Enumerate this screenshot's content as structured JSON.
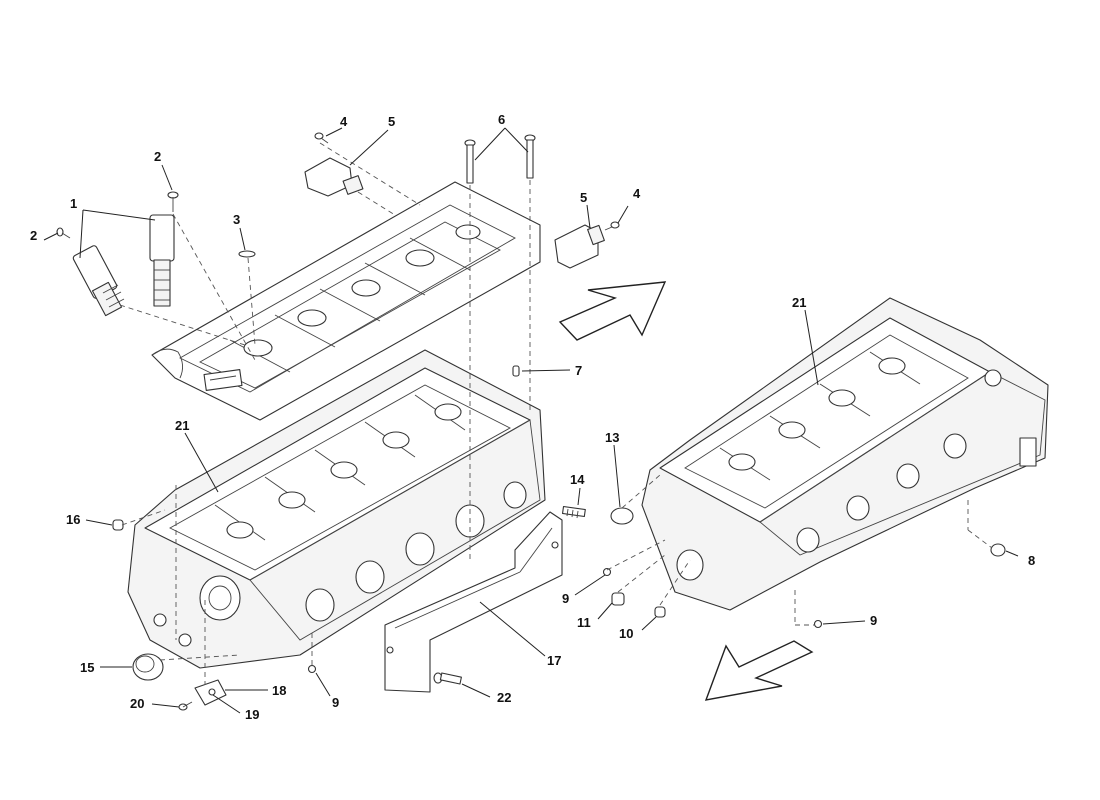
{
  "diagram": {
    "callouts": [
      {
        "id": "c1",
        "label": "1"
      },
      {
        "id": "c2a",
        "label": "2"
      },
      {
        "id": "c2b",
        "label": "2"
      },
      {
        "id": "c3",
        "label": "3"
      },
      {
        "id": "c4a",
        "label": "4"
      },
      {
        "id": "c4b",
        "label": "4"
      },
      {
        "id": "c5a",
        "label": "5"
      },
      {
        "id": "c5b",
        "label": "5"
      },
      {
        "id": "c6",
        "label": "6"
      },
      {
        "id": "c7",
        "label": "7"
      },
      {
        "id": "c8",
        "label": "8"
      },
      {
        "id": "c9a",
        "label": "9"
      },
      {
        "id": "c9b",
        "label": "9"
      },
      {
        "id": "c9c",
        "label": "9"
      },
      {
        "id": "c10",
        "label": "10"
      },
      {
        "id": "c11",
        "label": "11"
      },
      {
        "id": "c13",
        "label": "13"
      },
      {
        "id": "c14",
        "label": "14"
      },
      {
        "id": "c15",
        "label": "15"
      },
      {
        "id": "c16",
        "label": "16"
      },
      {
        "id": "c17",
        "label": "17"
      },
      {
        "id": "c18",
        "label": "18"
      },
      {
        "id": "c19",
        "label": "19"
      },
      {
        "id": "c20",
        "label": "20"
      },
      {
        "id": "c21a",
        "label": "21"
      },
      {
        "id": "c21b",
        "label": "21"
      },
      {
        "id": "c22",
        "label": "22"
      }
    ],
    "colors": {
      "line": "#333333",
      "background": "#ffffff"
    }
  }
}
